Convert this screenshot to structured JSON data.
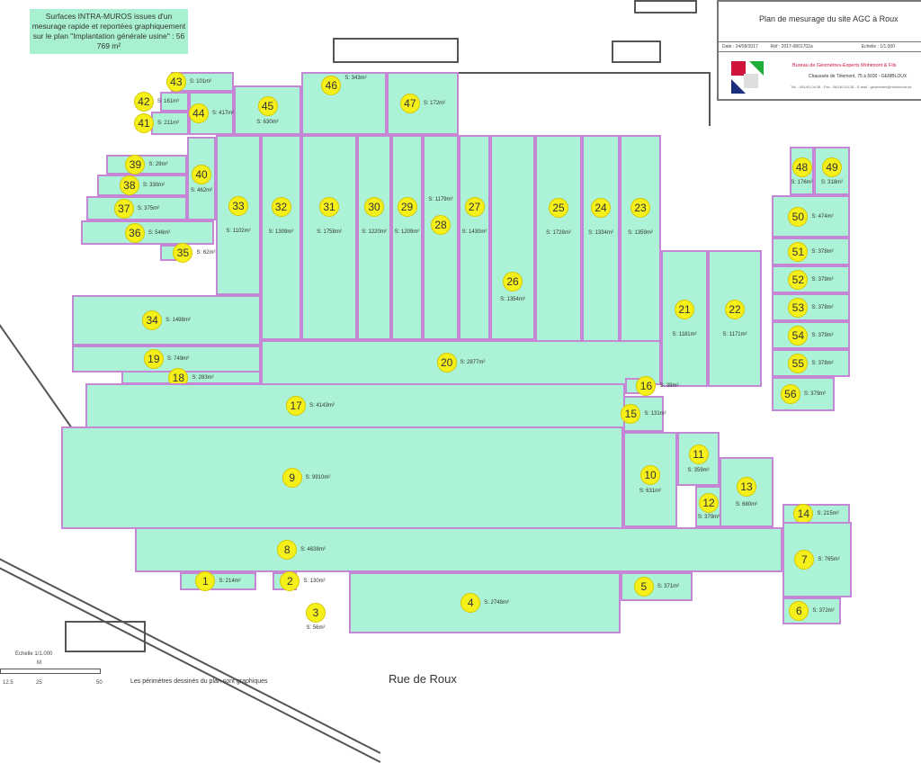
{
  "note": "Surfaces INTRA-MUROS issues d'un mesurage rapide et reportées graphiquement sur le plan \"Implantation générale usine\" : 56 769 m²",
  "title_block": {
    "title": "Plan de mesurage du site AGC à Roux",
    "date": "Date : 24/08/2017",
    "ref": "Réf : 2017-0801702a",
    "scale": "Echelle : 1/1.000",
    "company": "Bureau de Géomètres-Experts Mohimont & Fils",
    "address": "Chaussée de Tirlemont, 75 à 5030 - GEMBLOUX",
    "contact": "Tél. : 081/61.04.38 - Fax : 081/61.53.28 - E-mail : geometres@mohimont.be",
    "colors": {
      "red": "#d0143c",
      "green": "#1fae3a",
      "navy": "#1a2f7a"
    }
  },
  "scale": {
    "label": "Echelle 1/1.000",
    "unit": "M",
    "ticks": [
      "12.5",
      "25",
      "50"
    ]
  },
  "footer_note": "Les périmètres dessinés du plan sont graphiques",
  "street": "Rue de Roux",
  "colors": {
    "room_fill": "#abf2d6",
    "room_border": "#c586d6",
    "badge": "#f5ef1a"
  },
  "rooms": [
    {
      "id": "1",
      "area": "S: 214m²"
    },
    {
      "id": "2",
      "area": "S: 130m²"
    },
    {
      "id": "3",
      "area": "S: 56m²"
    },
    {
      "id": "4",
      "area": "S: 2748m²"
    },
    {
      "id": "5",
      "area": "S: 371m²"
    },
    {
      "id": "6",
      "area": "S: 372m²"
    },
    {
      "id": "7",
      "area": "S: 765m²"
    },
    {
      "id": "8",
      "area": "S: 4638m²"
    },
    {
      "id": "9",
      "area": "S: 9910m²"
    },
    {
      "id": "10",
      "area": "S: 631m²"
    },
    {
      "id": "11",
      "area": "S: 359m²"
    },
    {
      "id": "12",
      "area": "S: 379m²"
    },
    {
      "id": "13",
      "area": "S: 680m²"
    },
    {
      "id": "14",
      "area": "S: 215m²"
    },
    {
      "id": "15",
      "area": "S: 131m²"
    },
    {
      "id": "16",
      "area": "S: 39m²"
    },
    {
      "id": "17",
      "area": "S: 4143m²"
    },
    {
      "id": "18",
      "area": "S: 283m²"
    },
    {
      "id": "19",
      "area": "S: 749m²"
    },
    {
      "id": "20",
      "area": "S: 2877m²"
    },
    {
      "id": "21",
      "area": "S: 1181m²"
    },
    {
      "id": "22",
      "area": "S: 1171m²"
    },
    {
      "id": "23",
      "area": "S: 1359m²"
    },
    {
      "id": "24",
      "area": "S: 1334m²"
    },
    {
      "id": "25",
      "area": "S: 1728m²"
    },
    {
      "id": "26",
      "area": "S: 1354m²"
    },
    {
      "id": "27",
      "area": "S: 1430m²"
    },
    {
      "id": "28",
      "area": "S: 1179m²"
    },
    {
      "id": "29",
      "area": "S: 1209m²"
    },
    {
      "id": "30",
      "area": "S: 1220m²"
    },
    {
      "id": "31",
      "area": "S: 1758m²"
    },
    {
      "id": "32",
      "area": "S: 1309m²"
    },
    {
      "id": "33",
      "area": "S: 1102m²"
    },
    {
      "id": "34",
      "area": "S: 1498m²"
    },
    {
      "id": "35",
      "area": "S: 62m²"
    },
    {
      "id": "36",
      "area": "S: 546m²"
    },
    {
      "id": "37",
      "area": "S: 375m²"
    },
    {
      "id": "38",
      "area": "S: 330m²"
    },
    {
      "id": "39",
      "area": "S: 29m²"
    },
    {
      "id": "40",
      "area": "S: 462m²"
    },
    {
      "id": "41",
      "area": "S: 211m²"
    },
    {
      "id": "42",
      "area": "S: 161m²"
    },
    {
      "id": "43",
      "area": "S: 101m²"
    },
    {
      "id": "44",
      "area": "S: 417m²"
    },
    {
      "id": "45",
      "area": "S: 630m²"
    },
    {
      "id": "46",
      "area": "S: 343m²"
    },
    {
      "id": "47",
      "area": "S: 172m²"
    },
    {
      "id": "48",
      "area": "S: 176m²"
    },
    {
      "id": "49",
      "area": "S: 318m²"
    },
    {
      "id": "50",
      "area": "S: 474m²"
    },
    {
      "id": "51",
      "area": "S: 378m²"
    },
    {
      "id": "52",
      "area": "S: 379m²"
    },
    {
      "id": "53",
      "area": "S: 378m²"
    },
    {
      "id": "54",
      "area": "S: 379m²"
    },
    {
      "id": "55",
      "area": "S: 378m²"
    },
    {
      "id": "56",
      "area": "S: 379m²"
    }
  ]
}
